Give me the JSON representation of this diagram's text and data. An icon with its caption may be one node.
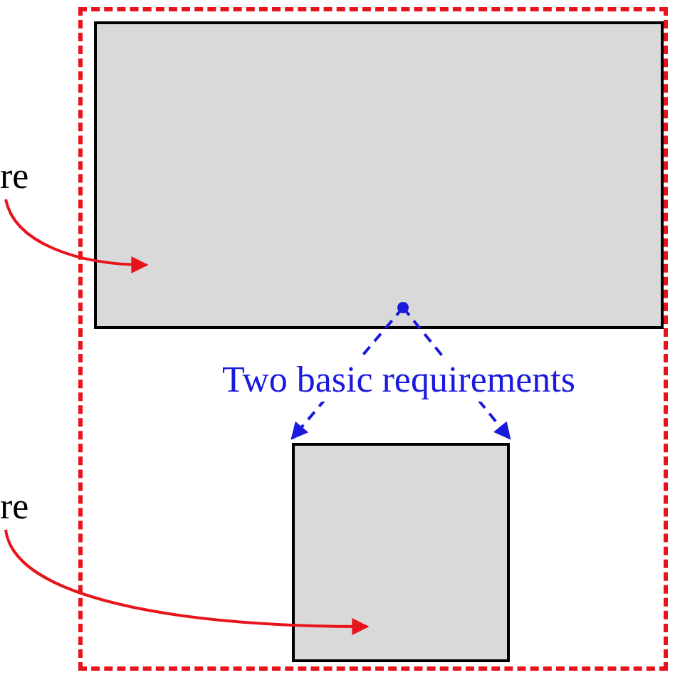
{
  "diagram": {
    "nodes": [
      {
        "text": [],
        "shape": "box"
      },
      {
        "text": [],
        "shape": "box",
        "in": 0
      },
      {
        "text": [],
        "shape": "circle",
        "in": 1
      },
      {
        "text": [],
        "shape": "box",
        "in": 0
      },
      {
        "text": [
          "re"
        ]
      },
      {
        "text": [
          "re"
        ]
      }
    ],
    "edges": [
      {
        "from": 4,
        "to": 1,
        "arrow": "to",
        "color": "#e8141c"
      },
      {
        "from": 5,
        "to": 3,
        "arrow": "to",
        "color": "#e8141c"
      },
      {
        "from": 2,
        "to": 3,
        "arrow": "to",
        "style": "dashed",
        "color": "#1a1adc"
      },
      {
        "from": 2,
        "to": 3,
        "arrow": "to",
        "style": "dashed",
        "color": "#1a1adc"
      }
    ],
    "labels": [
      "Two basic requirements"
    ]
  }
}
